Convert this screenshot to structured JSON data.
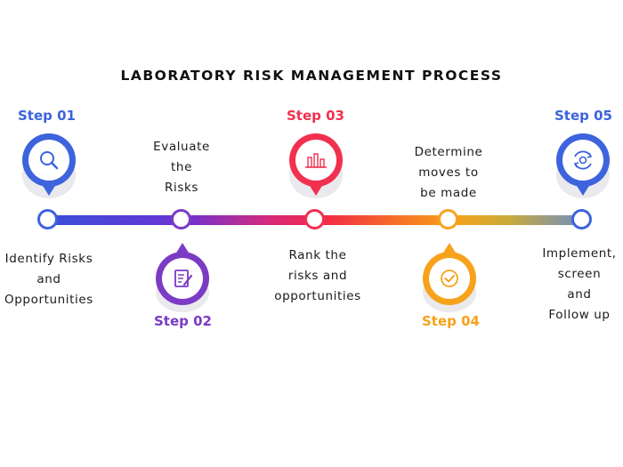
{
  "title": "LABORATORY RISK MANAGEMENT PROCESS",
  "colors": {
    "step1": "#3d63dd",
    "step2": "#7b3bc4",
    "step3": "#f1304f",
    "step4": "#f7a21b",
    "step5": "#3d63dd"
  },
  "steps": [
    {
      "label": "Step 01",
      "icon": "magnifier-icon",
      "desc": [
        "Identify Risks",
        "and",
        "Opportunities"
      ]
    },
    {
      "label": "Step 02",
      "icon": "document-pencil-icon",
      "desc": [
        "Evaluate",
        "the",
        "Risks"
      ]
    },
    {
      "label": "Step 03",
      "icon": "bar-chart-icon",
      "desc": [
        "Rank the",
        "risks and",
        "opportunities"
      ]
    },
    {
      "label": "Step 04",
      "icon": "check-circle-icon",
      "desc": [
        "Determine",
        "moves to",
        "be made"
      ]
    },
    {
      "label": "Step 05",
      "icon": "cycle-gear-icon",
      "desc": [
        "Implement,",
        "screen",
        "and",
        "Follow up"
      ]
    }
  ]
}
